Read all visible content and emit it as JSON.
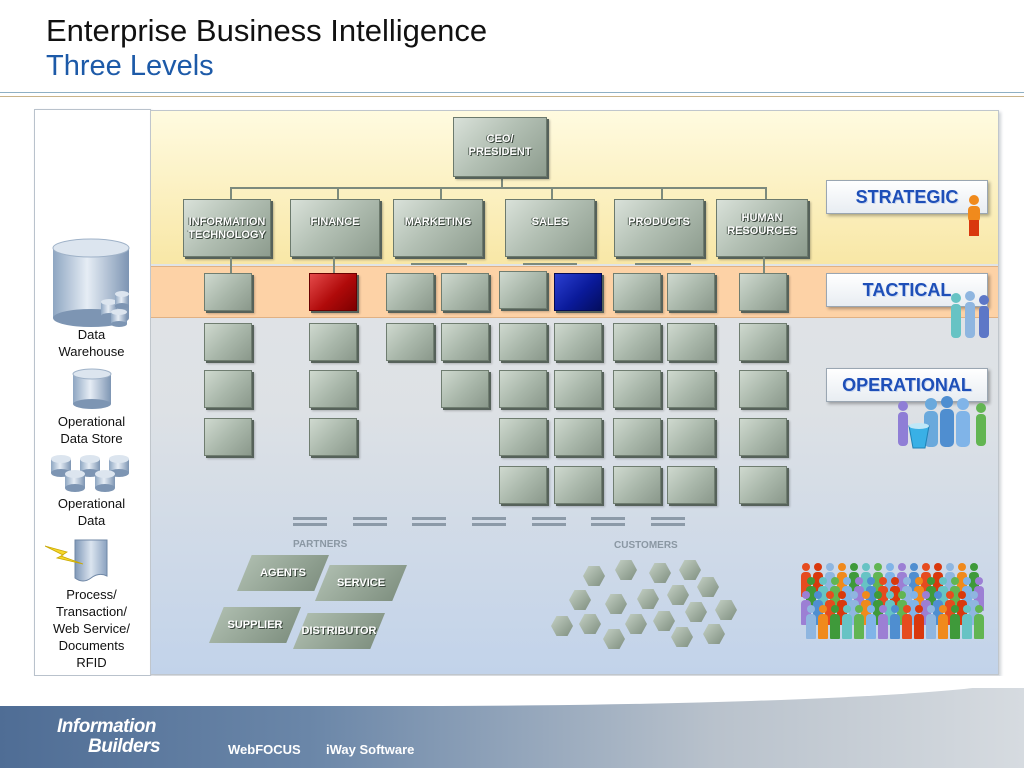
{
  "title": "Enterprise Business Intelligence",
  "subtitle": "Three Levels",
  "colors": {
    "subtitle": "#1d5aa8",
    "level_text": "#1e4fb8",
    "strategic_band": "#f8e7a6",
    "tactical_band": "#fdd2a6",
    "highlight_red": "#b00a0a",
    "highlight_blue": "#0a1a9a"
  },
  "left_panel": {
    "items": [
      {
        "label": "Data\nWarehouse",
        "icon": "database-icon"
      },
      {
        "label": "Operational\nData Store",
        "icon": "database-icon"
      },
      {
        "label": "Operational\nData",
        "icon": "databases-icon"
      },
      {
        "label": "Process/\nTransaction/\nWeb Service/\nDocuments\nRFID",
        "icon": "document-lightning-icon"
      }
    ]
  },
  "org": {
    "ceo": [
      "CEO/",
      "PRESIDENT"
    ],
    "departments": [
      [
        "INFORMATION",
        "TECHNOLOGY"
      ],
      [
        "FINANCE"
      ],
      [
        "MARKETING"
      ],
      [
        "SALES"
      ],
      [
        "PRODUCTS"
      ],
      [
        "HUMAN",
        "RESOURCES"
      ]
    ]
  },
  "levels": {
    "strategic": "STRATEGIC",
    "tactical": "TACTICAL",
    "operational": "OPERATIONAL"
  },
  "partners": {
    "label": "PARTNERS",
    "items": [
      "AGENTS",
      "SERVICE",
      "SUPPLIER",
      "DISTRIBUTOR"
    ]
  },
  "customers": {
    "label": "CUSTOMERS"
  },
  "footer": {
    "logo_line1": "Information",
    "logo_line2": "Builders",
    "products": [
      "WebFOCUS",
      "iWay Software"
    ]
  }
}
